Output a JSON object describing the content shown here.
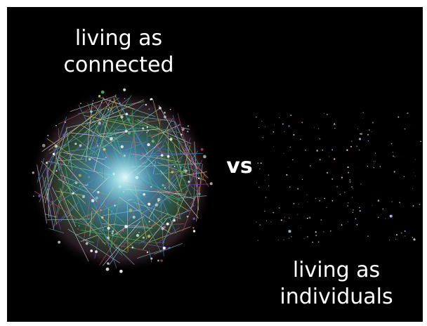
{
  "slide": {
    "background_color": "#000000",
    "text_color": "#ffffff",
    "left_caption": [
      "living as",
      "connected"
    ],
    "right_caption": [
      "living as",
      "individuals"
    ],
    "vs_label": "vs",
    "left_graphic": "network-cluster-image",
    "right_graphic": "scattered-stars-image"
  }
}
